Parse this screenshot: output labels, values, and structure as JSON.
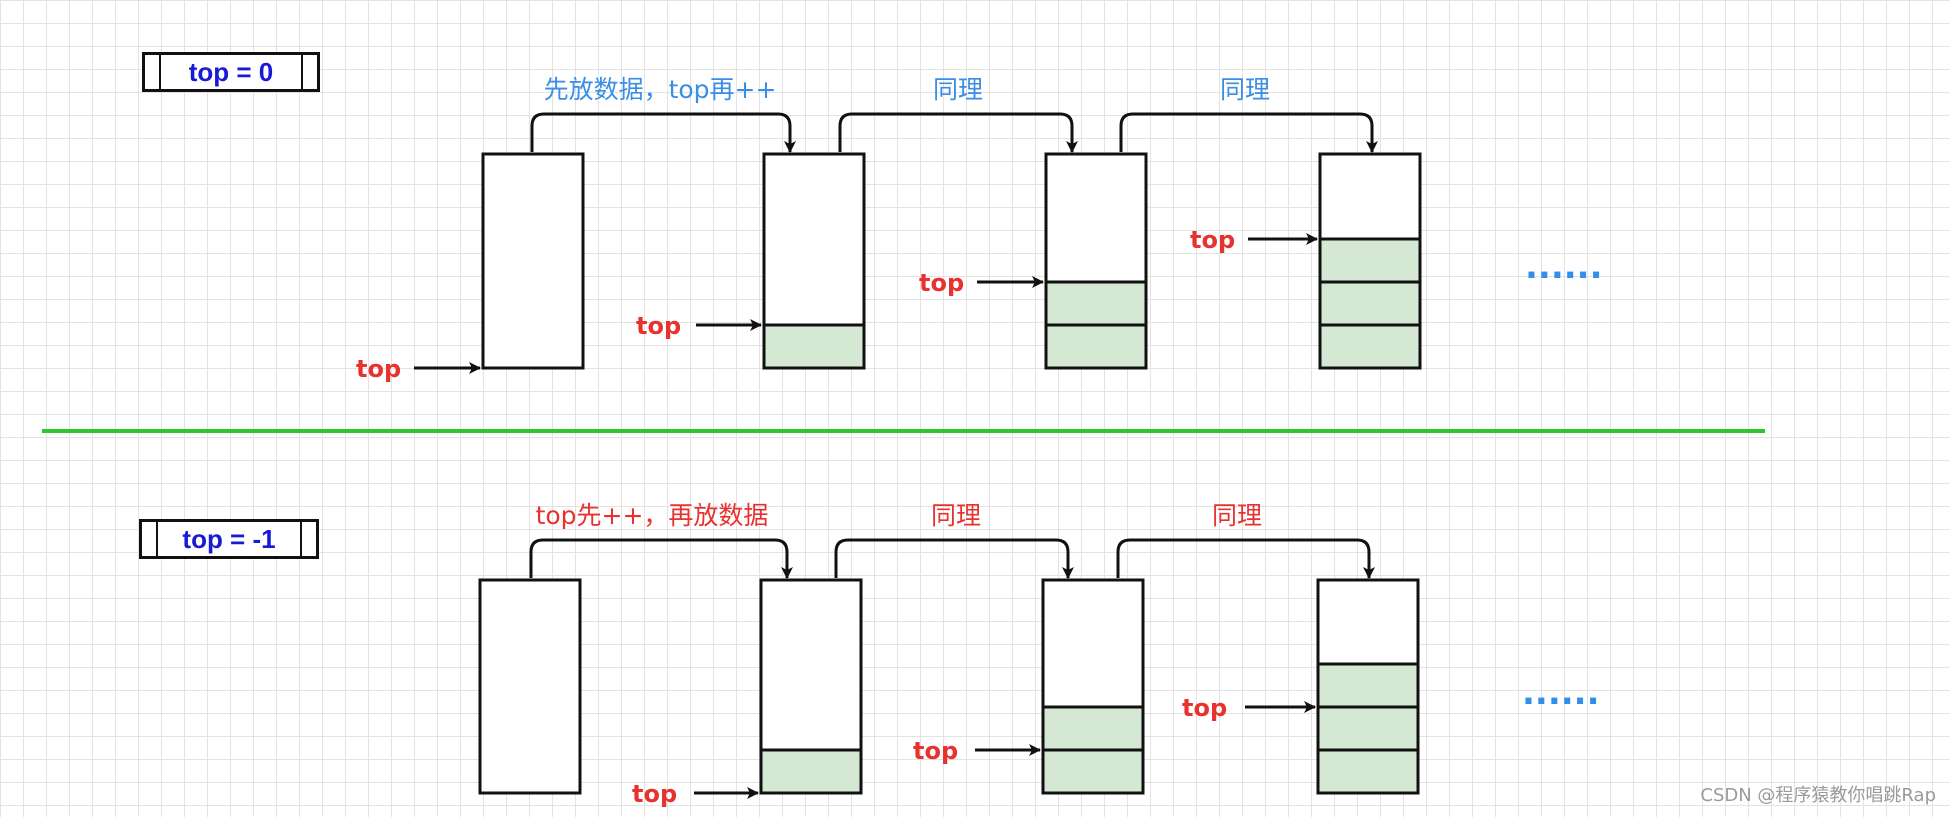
{
  "panel_top": {
    "mode_label": "top = 0",
    "step_labels": [
      "先放数据，top再++",
      "同理",
      "同理"
    ],
    "step_label_color": "#3a8ee6",
    "pointer_label": "top",
    "filled_cells": [
      0,
      1,
      2,
      3
    ]
  },
  "panel_bottom": {
    "mode_label": "top = -1",
    "step_labels": [
      "top先++，再放数据",
      "同理",
      "同理"
    ],
    "step_label_color": "#e8322f",
    "pointer_label": "top",
    "filled_cells": [
      0,
      1,
      2,
      3
    ]
  },
  "ellipsis": "......",
  "watermark": "CSDN @程序猿教你唱跳Rap",
  "colors": {
    "pointer_text": "#e8322f",
    "cell_fill": "#d5e8d4",
    "divider": "#2ec52e",
    "mode_text": "#1a1ad6",
    "ellipsis": "#2f8fea"
  }
}
